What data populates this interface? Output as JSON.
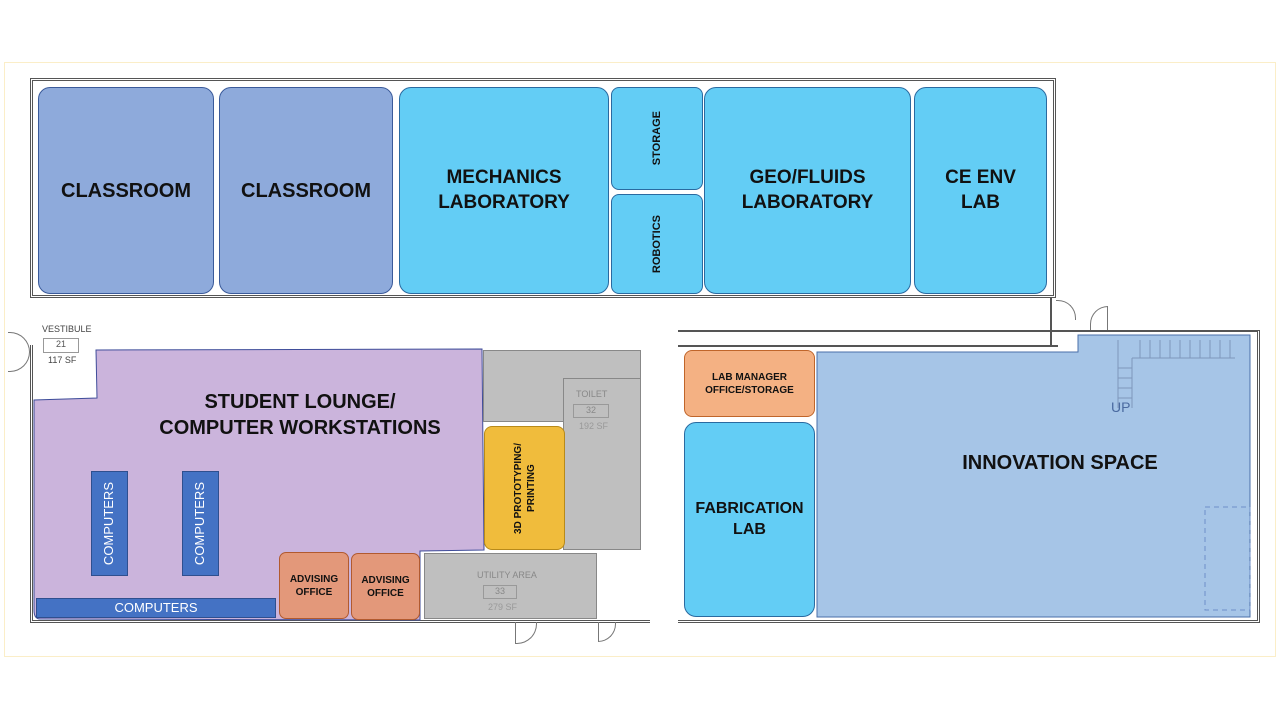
{
  "colors": {
    "classroom": "#8eaadb",
    "laboratory": "#63cdf5",
    "lounge": "#cbb4dc",
    "service": "#bfbfbf",
    "prototyping": "#f0bc3c",
    "advising": "#e3987a",
    "lab_manager": "#f4b183",
    "innovation": "#a6c5e7",
    "computers": "#4472c4"
  },
  "rooms": {
    "classroom_1": "CLASSROOM",
    "classroom_2": "CLASSROOM",
    "mechanics_lab_1": "MECHANICS",
    "mechanics_lab_2": "LABORATORY",
    "storage": "STORAGE",
    "robotics": "ROBOTICS",
    "geo_fluids_1": "GEO/FLUIDS",
    "geo_fluids_2": "LABORATORY",
    "ce_env_1": "CE ENV",
    "ce_env_2": "LAB",
    "lounge_1": "STUDENT LOUNGE/",
    "lounge_2": "COMPUTER WORKSTATIONS",
    "computers_1": "COMPUTERS",
    "computers_2": "COMPUTERS",
    "computers_3": "COMPUTERS",
    "advising_1": "ADVISING OFFICE",
    "advising_2": "ADVISING OFFICE",
    "prototyping_1": "3D PROTOTYPING/",
    "prototyping_2": "PRINTING",
    "lab_manager_1": "LAB MANAGER",
    "lab_manager_2": "OFFICE/STORAGE",
    "fabrication_1": "FABRICATION",
    "fabrication_2": "LAB",
    "innovation": "INNOVATION SPACE",
    "stairs_label": "UP"
  },
  "plan_tags": {
    "vestibule": {
      "name": "VESTIBULE",
      "number": "21",
      "area": "117 SF"
    },
    "toilet": {
      "name": "TOILET",
      "number": "32",
      "area": "192 SF"
    },
    "utility": {
      "name": "UTILITY AREA",
      "number": "33",
      "area": "279 SF"
    }
  }
}
